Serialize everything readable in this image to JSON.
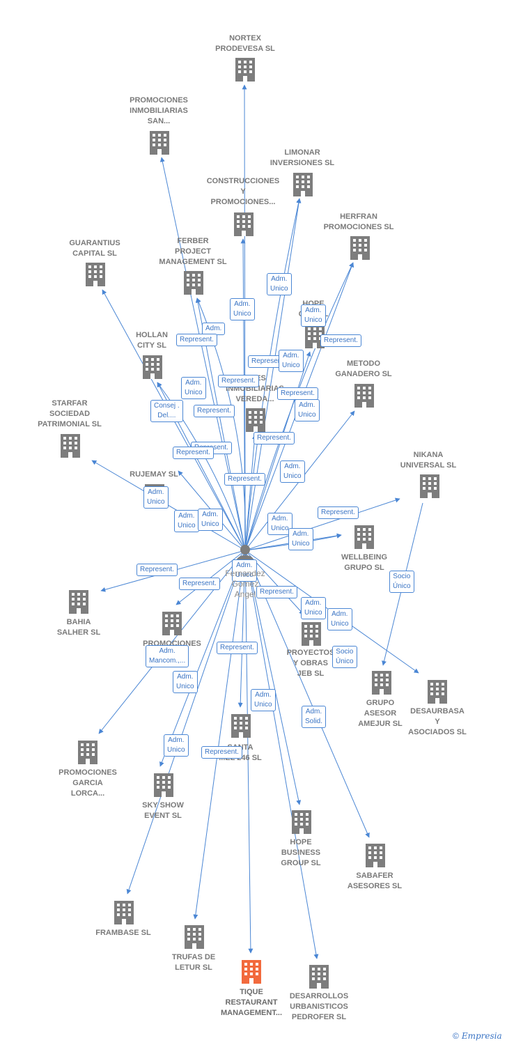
{
  "colors": {
    "edge": "#4a86d4",
    "node": "#7d7d7d",
    "highlight": "#f26a3d"
  },
  "center": {
    "name": "Fernandez\nGomez\nAngel",
    "icon": "person-icon"
  },
  "nodes": [
    {
      "id": "nortex",
      "label": "NORTEX\nPRODEVESA SL"
    },
    {
      "id": "promsan",
      "label": "PROMOCIONES\nINMOBILIARIAS\nSAN..."
    },
    {
      "id": "limonar",
      "label": "LIMONAR\nINVERSIONES SL"
    },
    {
      "id": "construcciones",
      "label": "CONSTRUCCIONES\nY\nPROMOCIONES..."
    },
    {
      "id": "herfran",
      "label": "HERFRAN\nPROMOCIONES SL"
    },
    {
      "id": "guarantius",
      "label": "GUARANTIUS\nCAPITAL  SL"
    },
    {
      "id": "ferber",
      "label": "FERBER\nPROJECT\nMANAGEMENT SL"
    },
    {
      "id": "hopecon",
      "label": "HOPE\nCO... SL"
    },
    {
      "id": "hollan",
      "label": "HOLLAN\nCITY SL"
    },
    {
      "id": "metodo",
      "label": "METODO\nGANADERO SL"
    },
    {
      "id": "vereda",
      "label": "...NES\nINMOBILIARIAS\nVEREDA..."
    },
    {
      "id": "starfar",
      "label": "STARFAR\nSOCIEDAD\nPATRIMONIAL SL"
    },
    {
      "id": "nikana",
      "label": "NIKANA\nUNIVERSAL SL"
    },
    {
      "id": "rujemay",
      "label": "RUJEMAY SL"
    },
    {
      "id": "wellbeing",
      "label": "WELLBEING\nGRUPO  SL"
    },
    {
      "id": "bahia",
      "label": "BAHIA\nSALHER SL"
    },
    {
      "id": "promxsl",
      "label": "PROMOCIONES\n...R SL"
    },
    {
      "id": "proyectos",
      "label": "PROYECTOS\nY OBRAS\nJEB SL"
    },
    {
      "id": "grupoasesor",
      "label": "GRUPO\nASESOR\nAMEJUR SL"
    },
    {
      "id": "desaurbasa",
      "label": "DESAURBASA\nY\nASOCIADOS SL"
    },
    {
      "id": "santa",
      "label": "SANTA\n...EL 246 SL"
    },
    {
      "id": "promgarcia",
      "label": "PROMOCIONES\nGARCIA\nLORCA..."
    },
    {
      "id": "skyshow",
      "label": "SKY SHOW\nEVENT SL"
    },
    {
      "id": "hopebiz",
      "label": "HOPE\nBUSINESS\nGROUP  SL"
    },
    {
      "id": "sabafer",
      "label": "SABAFER\nASESORES  SL"
    },
    {
      "id": "frambase",
      "label": "FRAMBASE  SL"
    },
    {
      "id": "trufas",
      "label": "TRUFAS DE\nLETUR SL"
    },
    {
      "id": "tique",
      "label": "TIQUE\nRESTAURANT\nMANAGEMENT...",
      "highlight": true
    },
    {
      "id": "desarrollos",
      "label": "DESARROLLOS\nURBANISTICOS\nPEDROFER SL"
    }
  ],
  "edge_labels": [
    {
      "text": "Adm.\nUnico"
    },
    {
      "text": "Adm.\nUnico"
    },
    {
      "text": "Adm.\nUnico"
    },
    {
      "text": "Adm."
    },
    {
      "text": "Represent."
    },
    {
      "text": "Represent."
    },
    {
      "text": "Adm.\nUnico"
    },
    {
      "text": "Represent."
    },
    {
      "text": "Adm.\nUnico"
    },
    {
      "text": "Represent."
    },
    {
      "text": "Represent."
    },
    {
      "text": "Adm.\nUnico"
    },
    {
      "text": "Consej .\nDel...."
    },
    {
      "text": "Represent."
    },
    {
      "text": "Represent."
    },
    {
      "text": "Represent."
    },
    {
      "text": "Represent."
    },
    {
      "text": "Adm.\nUnico"
    },
    {
      "text": "Represent."
    },
    {
      "text": "Adm.\nUnico"
    },
    {
      "text": "Adm.\nUnico"
    },
    {
      "text": "Adm.\nUnico"
    },
    {
      "text": "Adm.\nUnico"
    },
    {
      "text": "Represent."
    },
    {
      "text": "Adm.\nUnico"
    },
    {
      "text": "Represent."
    },
    {
      "text": "Represent."
    },
    {
      "text": "Socio\nÚnico"
    },
    {
      "text": "Adm.\nUnico"
    },
    {
      "text": "Adm.\nUnico"
    },
    {
      "text": "Adm.\nUnico"
    },
    {
      "text": "Represent."
    },
    {
      "text": "Socio\nÚnico"
    },
    {
      "text": "Represent."
    },
    {
      "text": "Adm.\nMancom.,..."
    },
    {
      "text": "Adm.\nUnico"
    },
    {
      "text": "Adm.\nUnico"
    },
    {
      "text": "Adm.\nSolid."
    },
    {
      "text": "Adm.\nUnico"
    },
    {
      "text": "Represent."
    }
  ],
  "brand": {
    "copyright": "©",
    "name": "Empresia"
  }
}
